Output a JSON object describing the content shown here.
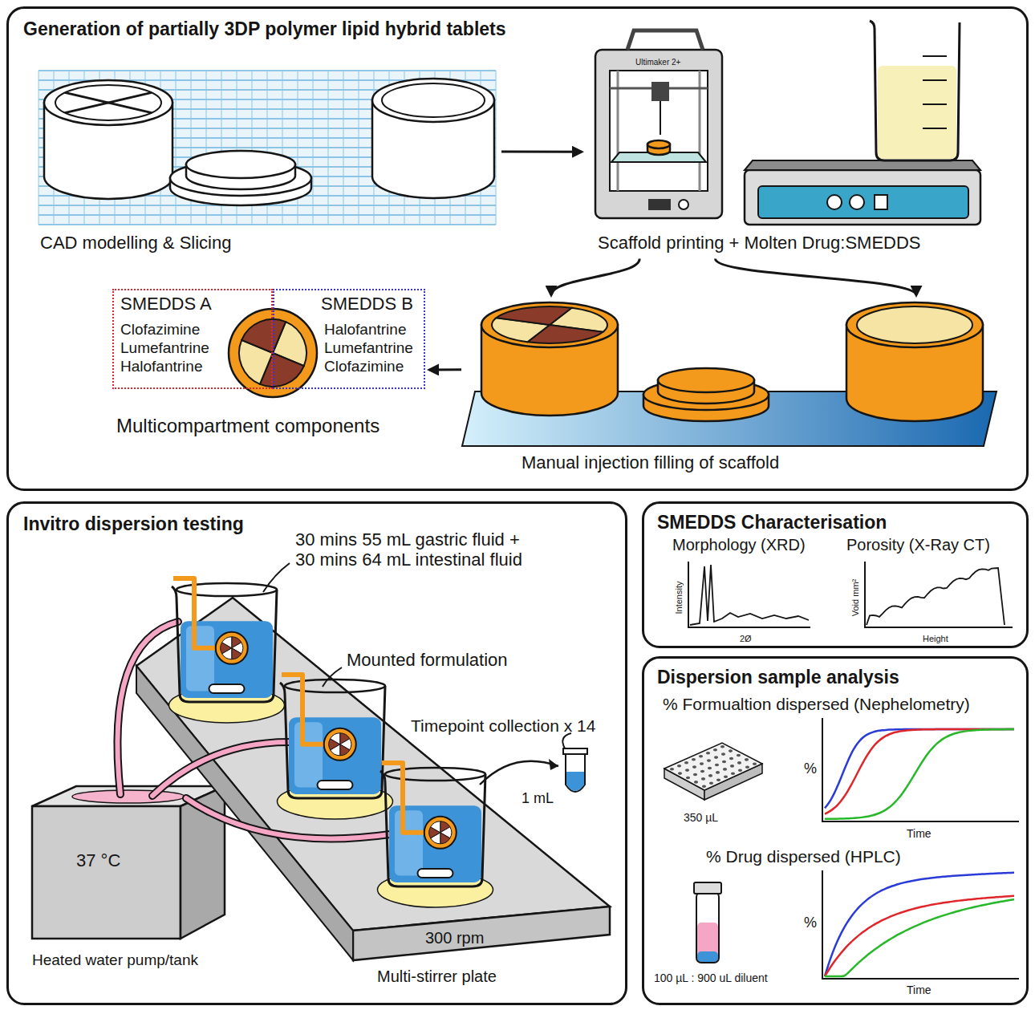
{
  "diagram": {
    "nodes": [
      {
        "text": [
          "Generation of partially 3DP polymer lipid hybrid tablets"
        ]
      },
      {
        "text": [
          "CAD modelling & Slicing"
        ],
        "in": 0
      },
      {
        "text": [
          "Scaffold printing + Molten Drug:SMEDDS"
        ],
        "in": 0
      },
      {
        "text": [
          "Manual injection filling of scaffold"
        ],
        "in": 0
      },
      {
        "text": [
          "Multicompartment components"
        ],
        "in": 0
      },
      {
        "text": [
          "SMEDDS A",
          "Clofazimine Lumefantrine Halofantrine"
        ],
        "in": 4
      },
      {
        "text": [
          "SMEDDS B",
          "Halofantrine Lumefantrine Clofazimine"
        ],
        "in": 4
      },
      {
        "text": [
          "Invitro dispersion testing"
        ]
      },
      {
        "text": [
          "SMEDDS Characterisation"
        ]
      },
      {
        "text": [
          "Dispersion sample analysis"
        ]
      }
    ],
    "edges": [
      {
        "from": 1,
        "to": 2,
        "arrow": "to"
      },
      {
        "from": 2,
        "to": 3,
        "arrow": "to"
      },
      {
        "from": 2,
        "to": 3,
        "arrow": "to"
      },
      {
        "from": 3,
        "to": 4,
        "arrow": "to"
      }
    ],
    "labels": [
      "Ultimaker 2+",
      "30 mins 55 mL gastric fluid + 30 mins 64 mL intestinal fluid",
      "Mounted formulation",
      "Timepoint collection x 14",
      "1 mL",
      "37 °C",
      "Heated water pump/tank",
      "300 rpm",
      "Multi-stirrer plate",
      "Morphology (XRD)",
      "Porosity (X-Ray CT)",
      "Intensity",
      "2Ø",
      "Void mm²",
      "Height",
      "% Formualtion dispersed (Nephelometry)",
      "350 µL",
      "%",
      "Time",
      "% Drug dispersed (HPLC)",
      "100 µL : 900 uL diluent",
      "%",
      "Time"
    ]
  }
}
